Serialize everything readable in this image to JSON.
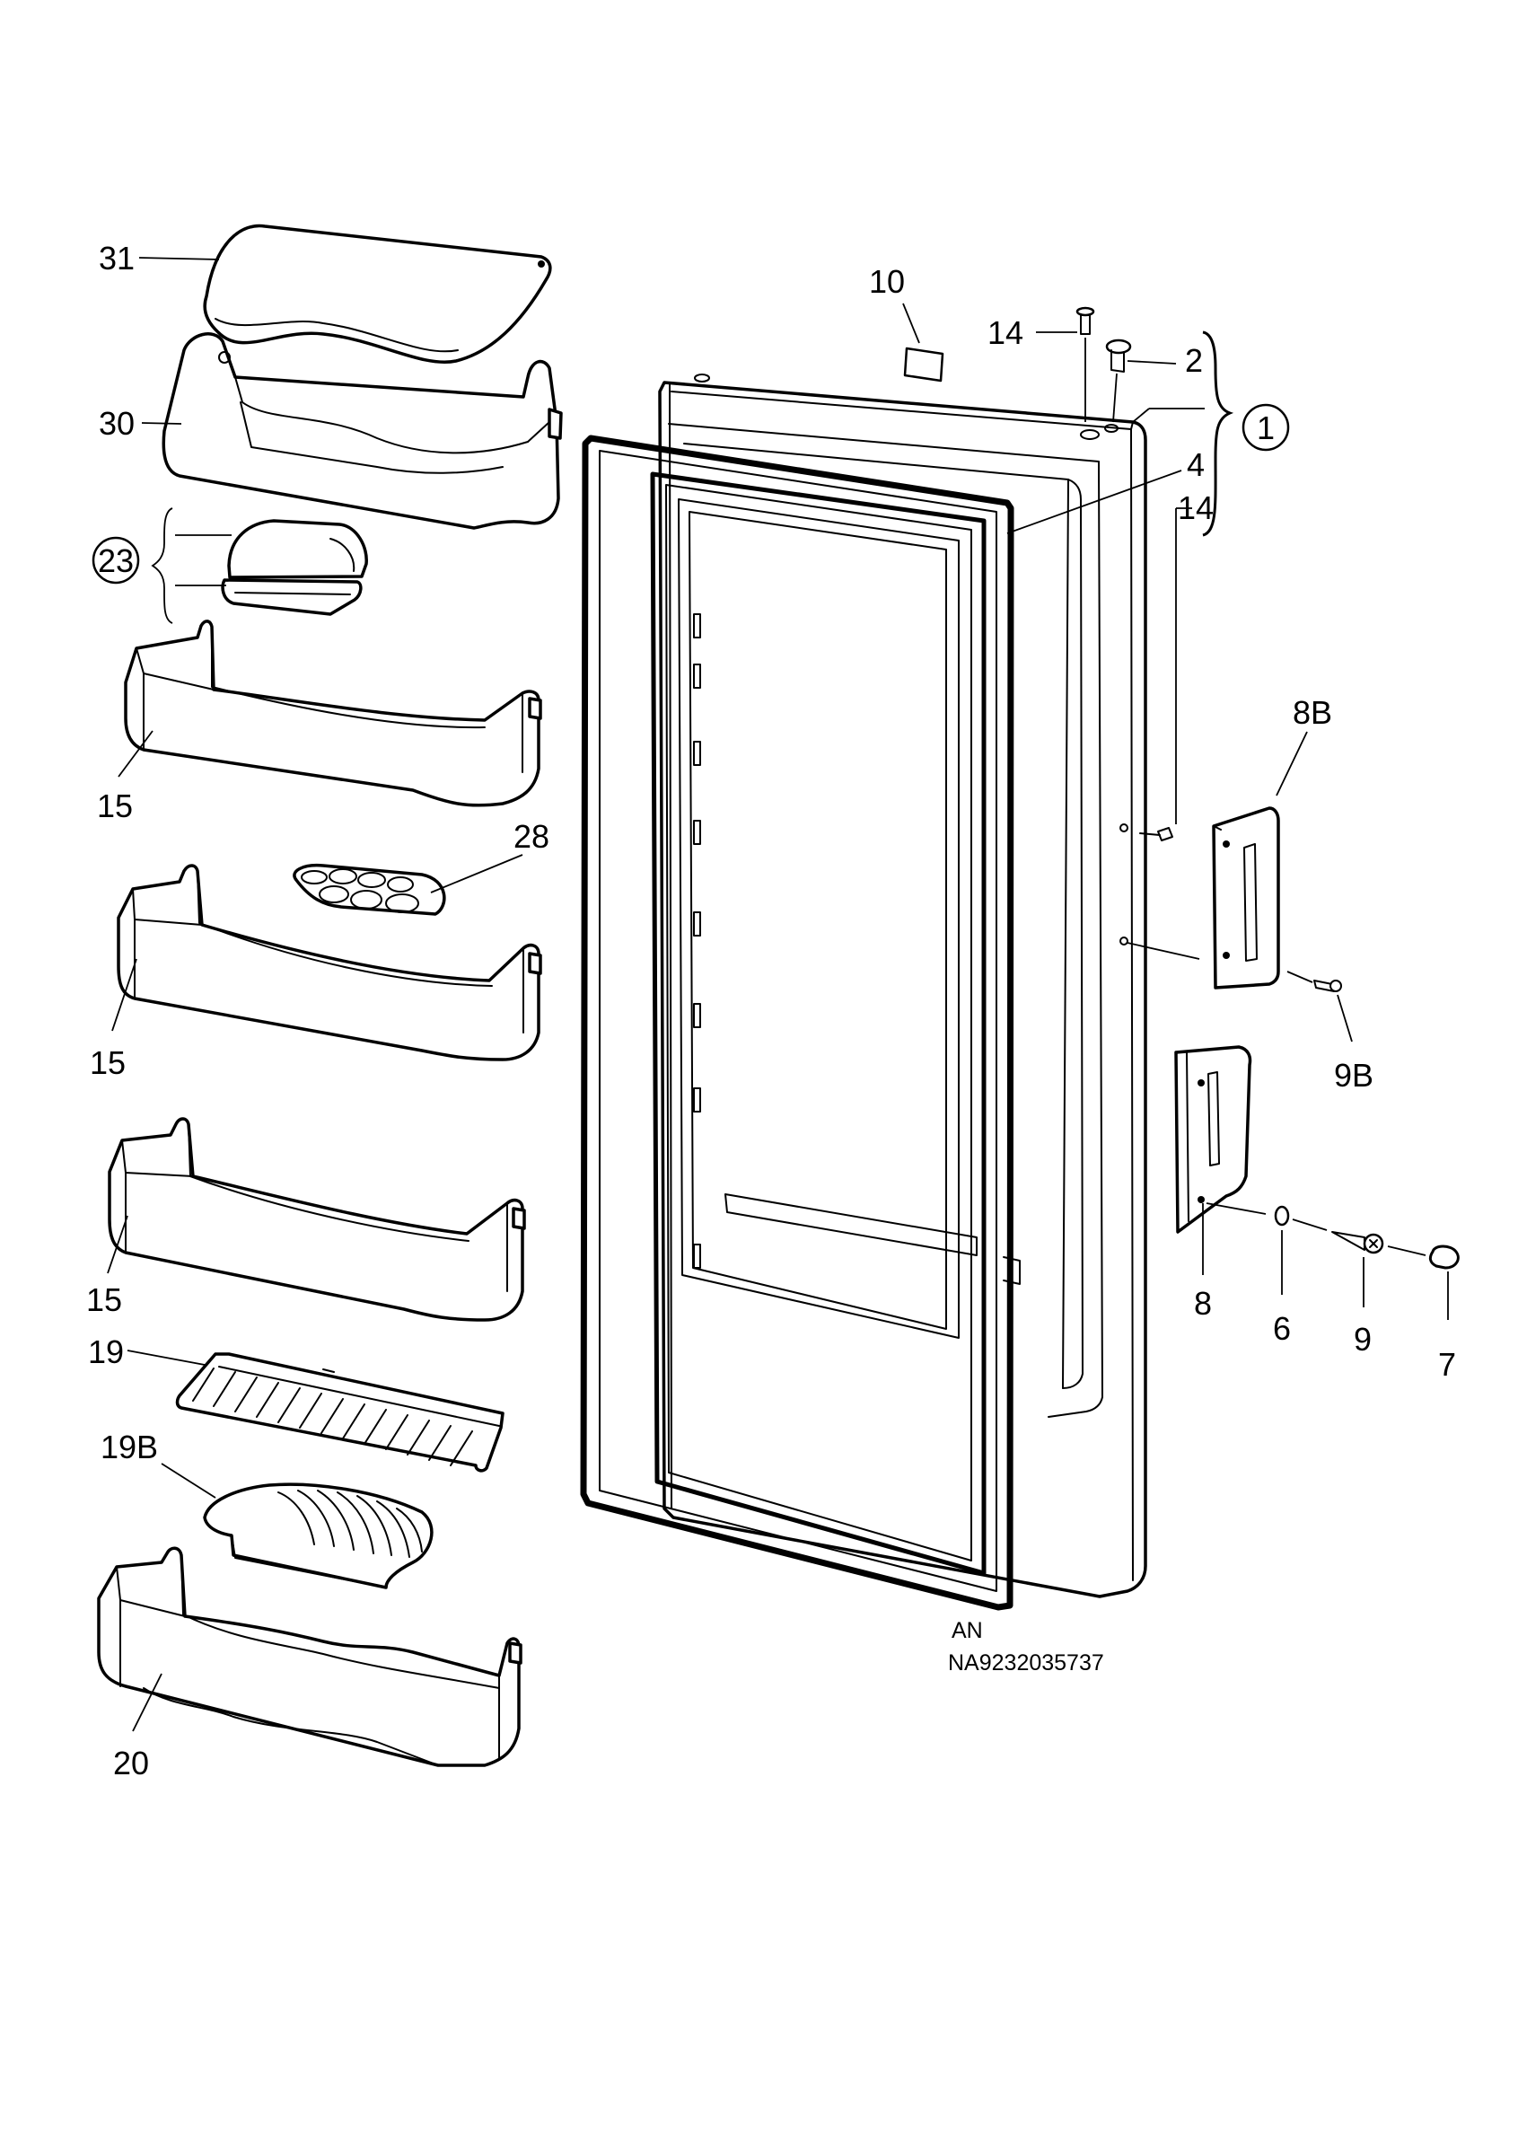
{
  "labels": {
    "p31": "31",
    "p30": "30",
    "p23": "23",
    "p15a": "15",
    "p28": "28",
    "p15b": "15",
    "p15c": "15",
    "p19": "19",
    "p19b": "19B",
    "p20": "20",
    "p10": "10",
    "p14a": "14",
    "p2": "2",
    "p1": "1",
    "p4": "4",
    "p14b": "14",
    "p8b": "8B",
    "p9b": "9B",
    "p8": "8",
    "p6": "6",
    "p9": "9",
    "p7": "7"
  },
  "code": {
    "line1": "AN",
    "line2": "NA9232035737"
  }
}
